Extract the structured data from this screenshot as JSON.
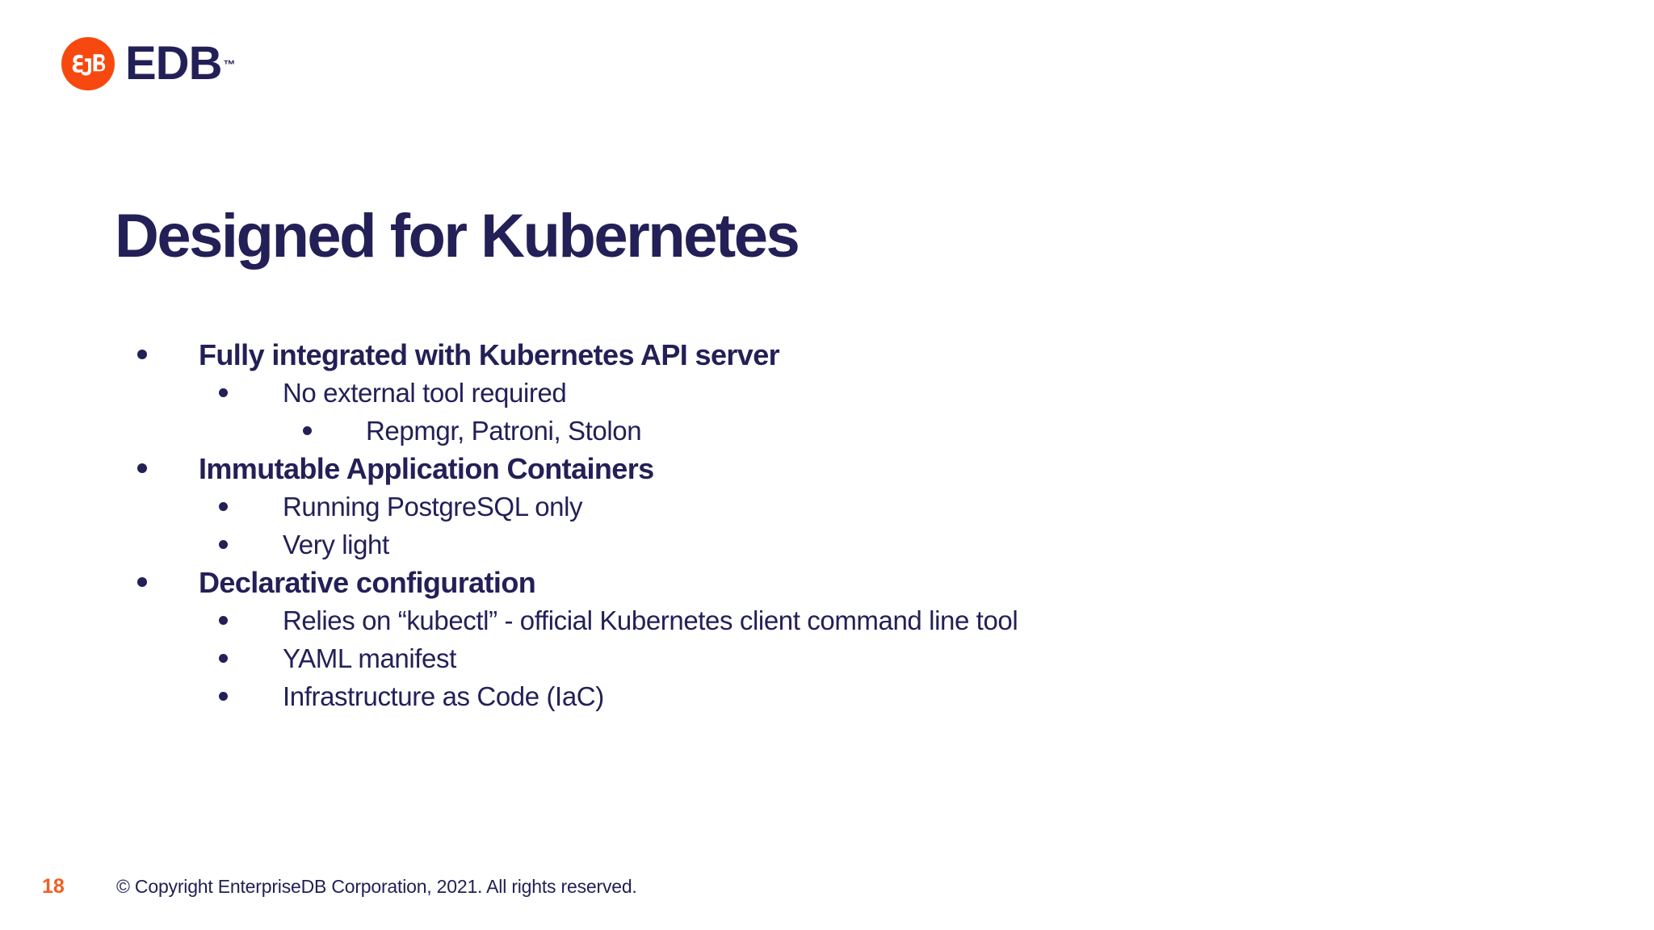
{
  "logo": {
    "brand": "EDB",
    "trademark": "™",
    "circle_color": "#F7490F",
    "text_color": "#232057",
    "mark": "elephant-icon"
  },
  "title": {
    "text": "Designed for Kubernetes",
    "color": "#232057"
  },
  "bullets": [
    {
      "level": 1,
      "text": "Fully integrated with Kubernetes API server"
    },
    {
      "level": 2,
      "text": "No external tool required"
    },
    {
      "level": 3,
      "text": "Repmgr, Patroni, Stolon"
    },
    {
      "level": 1,
      "text": "Immutable Application Containers"
    },
    {
      "level": 2,
      "text": "Running PostgreSQL only"
    },
    {
      "level": 2,
      "text": "Very light"
    },
    {
      "level": 1,
      "text": "Declarative configuration"
    },
    {
      "level": 2,
      "text": "Relies on “kubectl” - official Kubernetes client command line tool"
    },
    {
      "level": 2,
      "text": "YAML manifest"
    },
    {
      "level": 2,
      "text": "Infrastructure as Code (IaC)"
    }
  ],
  "footer": {
    "page_number": "18",
    "page_number_color": "#F15D22",
    "copyright": "© Copyright EnterpriseDB Corporation, 2021. All rights reserved."
  }
}
